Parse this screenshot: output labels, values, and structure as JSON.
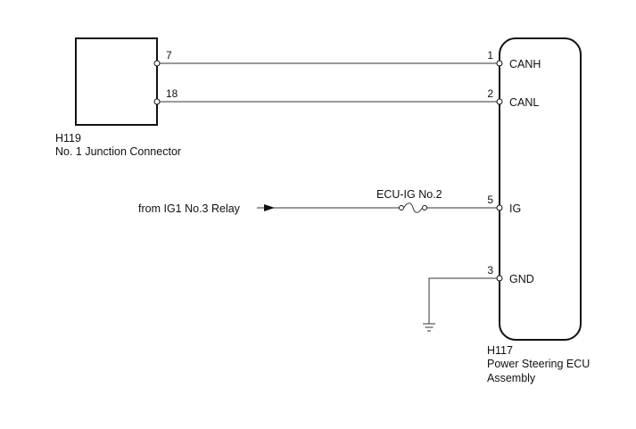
{
  "junction_connector": {
    "code": "H119",
    "name": "No. 1 Junction Connector",
    "pins": [
      {
        "number": "7"
      },
      {
        "number": "18"
      }
    ]
  },
  "ecu": {
    "code": "H117",
    "name_line1": "Power Steering ECU",
    "name_line2": "Assembly",
    "pins": [
      {
        "number": "1",
        "signal": "CANH"
      },
      {
        "number": "2",
        "signal": "CANL"
      },
      {
        "number": "5",
        "signal": "IG"
      },
      {
        "number": "3",
        "signal": "GND"
      }
    ]
  },
  "power_source": {
    "label": "from IG1 No.3 Relay",
    "fuse": "ECU-IG No.2"
  }
}
